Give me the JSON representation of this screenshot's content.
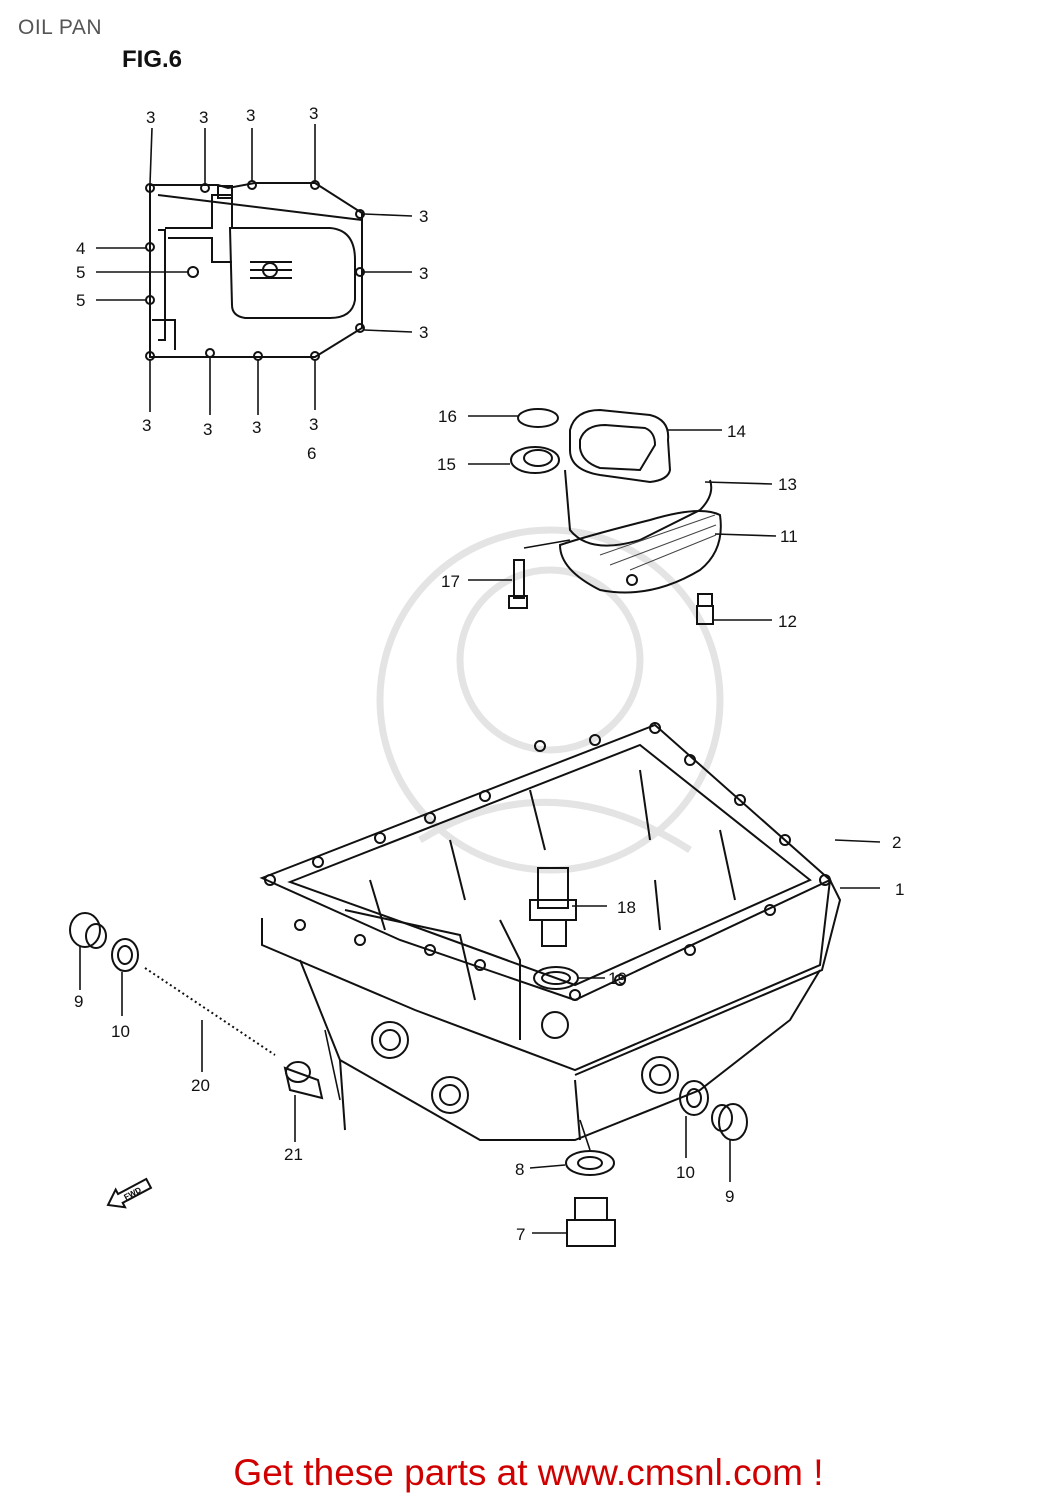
{
  "header": {
    "title": "OIL PAN",
    "figure": "FIG.6"
  },
  "callouts": {
    "c1": "1",
    "c2": "2",
    "c3": "3",
    "c4": "4",
    "c5": "5",
    "c6": "6",
    "c7": "7",
    "c8": "8",
    "c9": "9",
    "c10": "10",
    "c11": "11",
    "c12": "12",
    "c13": "13",
    "c14": "14",
    "c15": "15",
    "c16": "16",
    "c17": "17",
    "c18": "18",
    "c19": "19",
    "c20": "20",
    "c21": "21"
  },
  "fwd_label": "FWD",
  "footer": {
    "text": "Get these parts at www.cmsnl.com !"
  }
}
